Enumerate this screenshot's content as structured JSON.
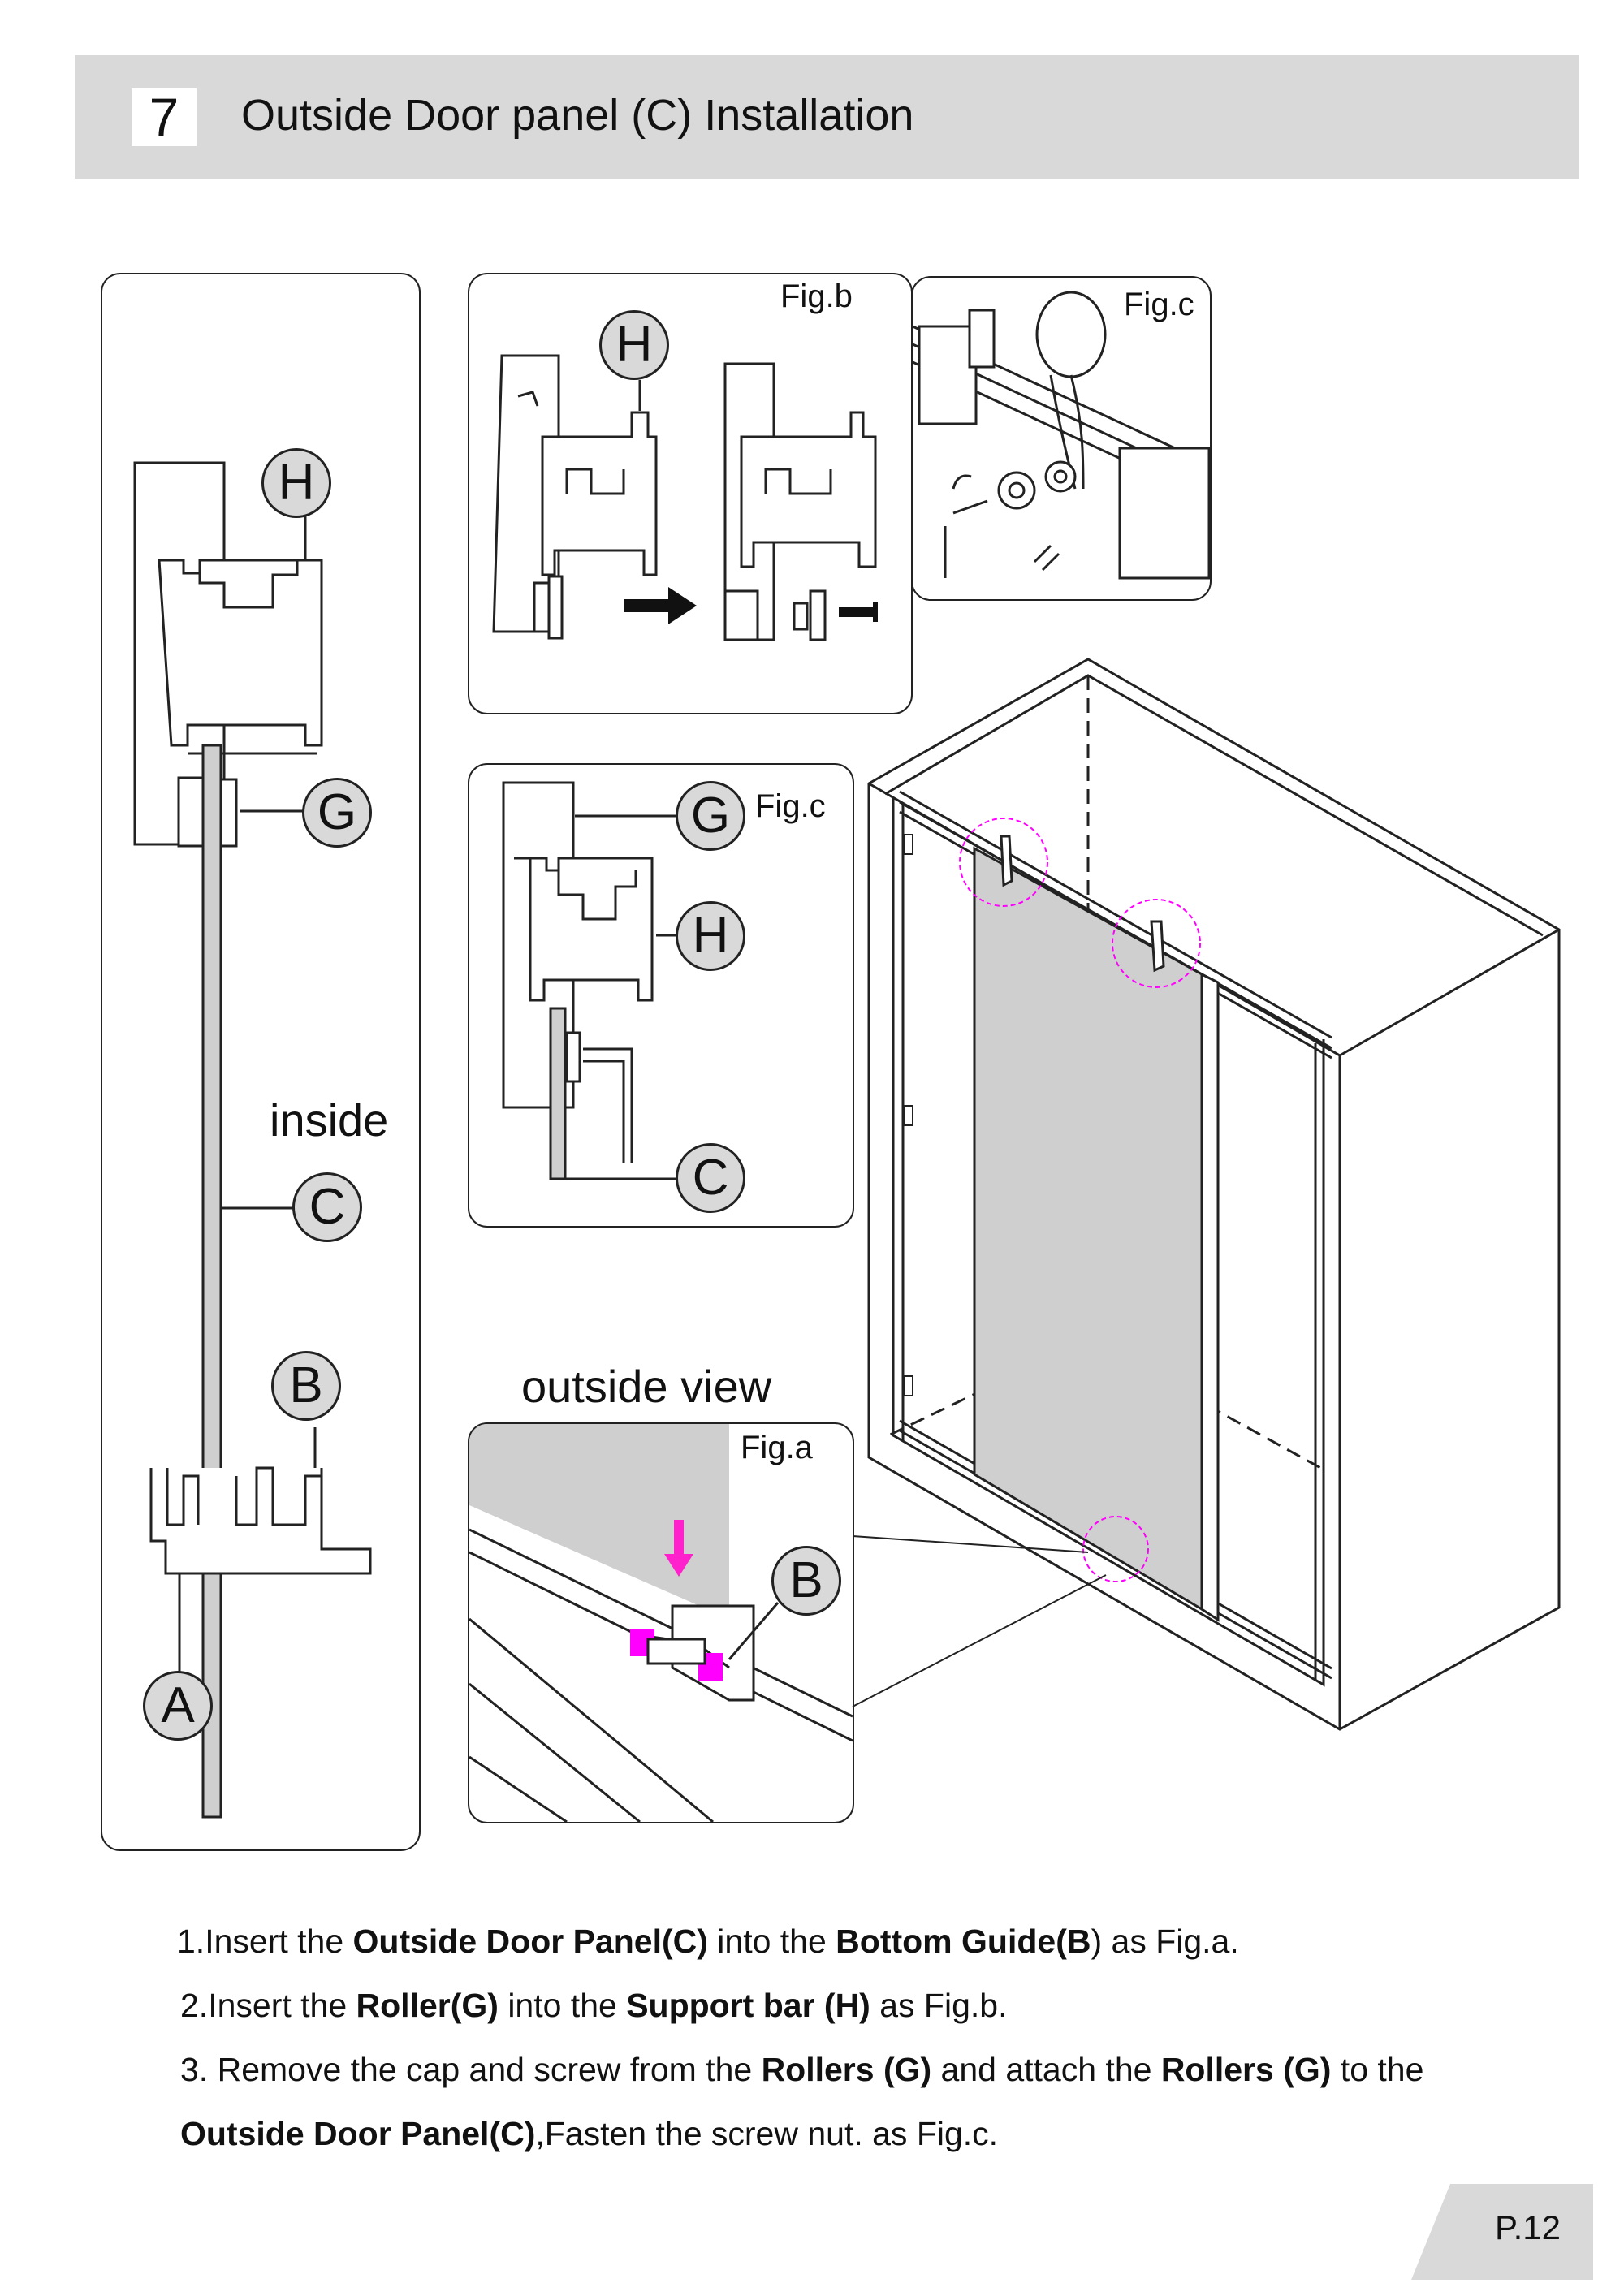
{
  "header": {
    "step_number": "7",
    "title": "Outside Door panel (C) Installation"
  },
  "callouts": {
    "h": "H",
    "g": "G",
    "c": "C",
    "b": "B",
    "a": "A"
  },
  "labels": {
    "inside": "inside",
    "outside_view": "outside view",
    "fig_a": "Fig.a",
    "fig_b": "Fig.b",
    "fig_c_top": "Fig.c",
    "fig_c_mid": "Fig.c"
  },
  "instructions": [
    {
      "parts": [
        {
          "t": "1.Insert the "
        },
        {
          "b": "Outside Door Panel(C)"
        },
        {
          "t": " into the  "
        },
        {
          "b": "Bottom Guide(B"
        },
        {
          "t": ") as Fig.a."
        }
      ]
    },
    {
      "parts": [
        {
          "t": "2.Insert the "
        },
        {
          "b": "Roller(G)"
        },
        {
          "t": " into the "
        },
        {
          "b": "Support bar (H)"
        },
        {
          "t": " as Fig.b."
        }
      ]
    },
    {
      "parts": [
        {
          "t": "3. Remove the cap and screw from the "
        },
        {
          "b": "Rollers (G)"
        },
        {
          "t": " and attach the "
        },
        {
          "b": "Rollers (G)"
        },
        {
          "t": " to the"
        }
      ]
    },
    {
      "parts": [
        {
          "b": "Outside Door Panel(C)"
        },
        {
          "t": ",Fasten the screw nut.  as Fig.c."
        }
      ]
    }
  ],
  "page": "P.12",
  "colors": {
    "header_bg": "#d9d9d9",
    "callout_bg": "#d9d9d9",
    "highlight": "#ff00ff",
    "glass": "#cfcfcf"
  }
}
